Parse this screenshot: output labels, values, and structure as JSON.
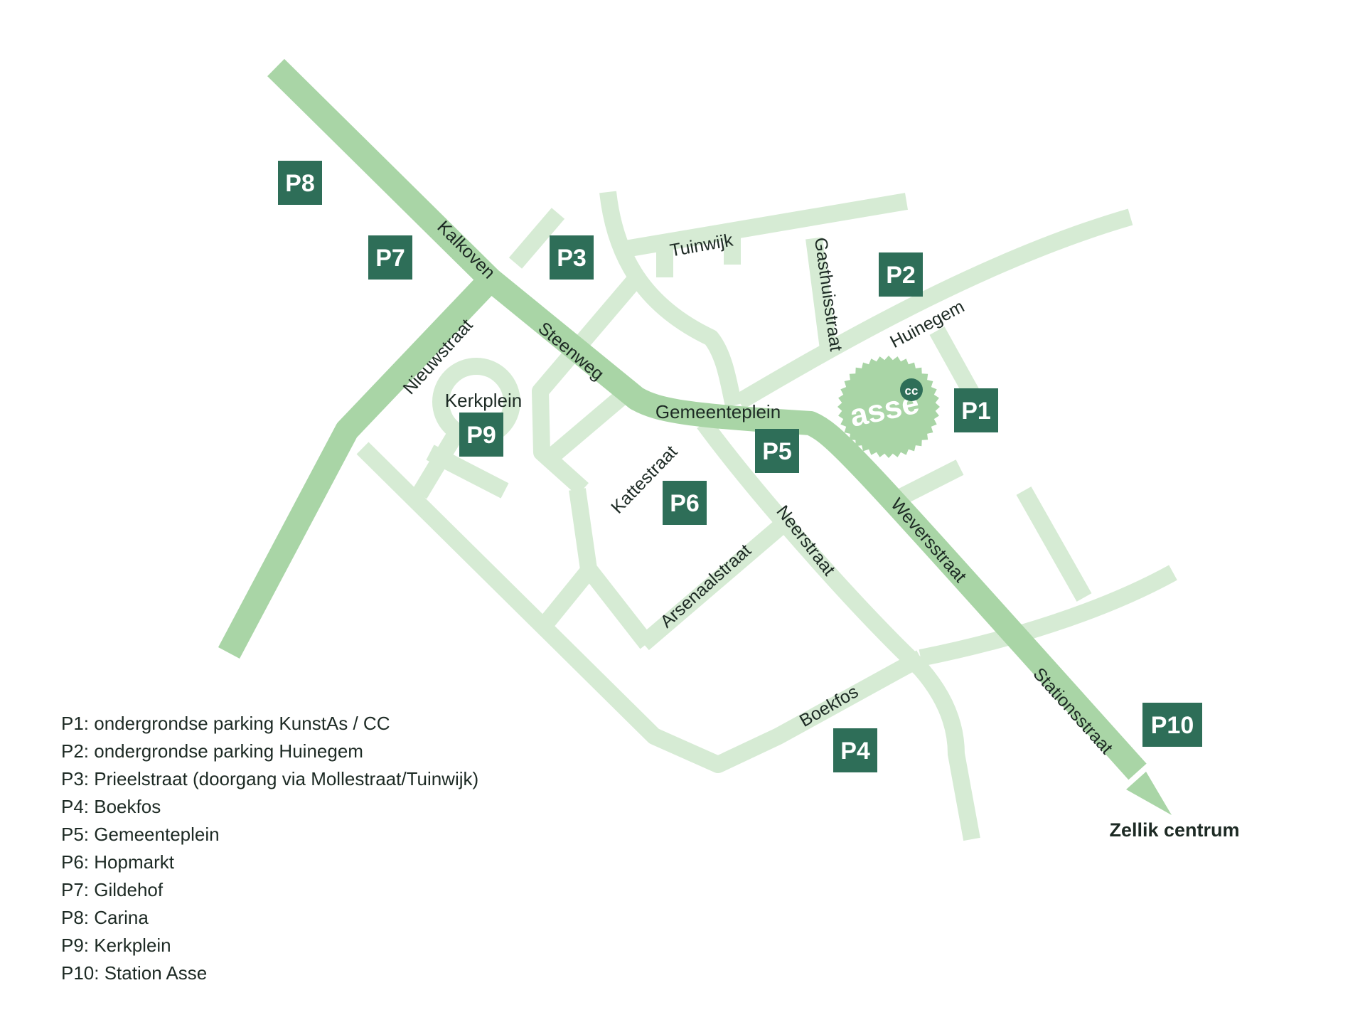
{
  "colors": {
    "main_road": "#a9d5a6",
    "minor_road": "#d6ebd4",
    "parking_marker": "#2e6e58",
    "logo_badge": "#a9d5a6",
    "text": "#1d2a24"
  },
  "streets": {
    "kalkoven": "Kalkoven",
    "steenweg": "Steenweg",
    "nieuwstraat": "Nieuwstraat",
    "tuinwijk": "Tuinwijk",
    "gasthuisstraat": "Gasthuisstraat",
    "huinegem": "Huinegem",
    "kattestraat": "Kattestraat",
    "neerstraat": "Neerstraat",
    "weversstraat": "Weversstraat",
    "arsenaalstraat": "Arsenaalstraat",
    "stationsstraat": "Stationsstraat",
    "boekfos": "Boekfos"
  },
  "places": {
    "kerkplein": "Kerkplein",
    "gemeenteplein": "Gemeenteplein"
  },
  "destination": "Zellik centrum",
  "logo": {
    "icon": "asse-cc-logo-badge",
    "text": "asse",
    "superscript": "cc"
  },
  "parking_markers": {
    "p1": "P1",
    "p2": "P2",
    "p3": "P3",
    "p4": "P4",
    "p5": "P5",
    "p6": "P6",
    "p7": "P7",
    "p8": "P8",
    "p9": "P9",
    "p10": "P10"
  },
  "legend": [
    "P1: ondergrondse parking KunstAs / CC",
    "P2: ondergrondse parking Huinegem",
    "P3: Prieelstraat (doorgang via Mollestraat/Tuinwijk)",
    "P4: Boekfos",
    "P5: Gemeenteplein",
    "P6: Hopmarkt",
    "P7: Gildehof",
    "P8: Carina",
    "P9: Kerkplein",
    "P10: Station Asse"
  ]
}
